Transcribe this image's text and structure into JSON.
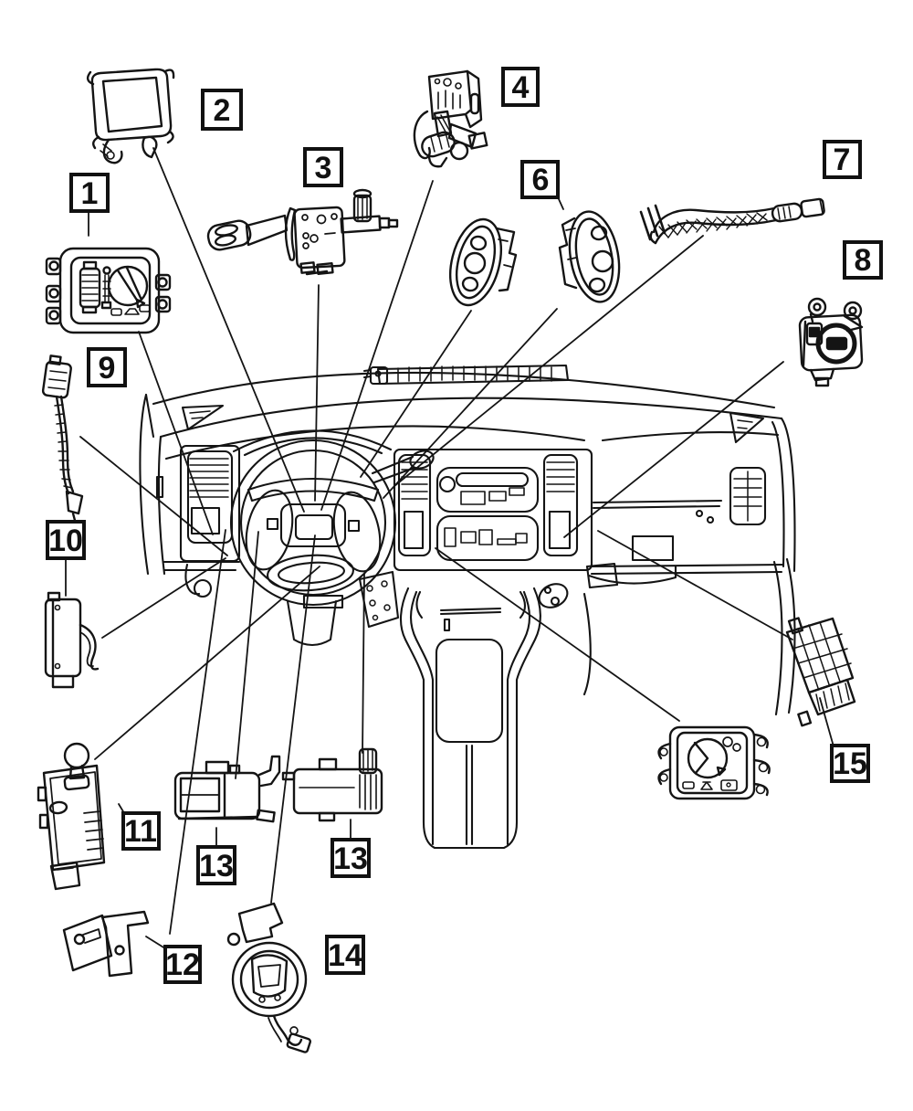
{
  "diagram": {
    "description": "Exploded parts diagram of a vehicle instrument panel showing dashboard, steering wheel and numbered switch components",
    "background_color": "#ffffff",
    "line_color": "#141414",
    "callouts": [
      {
        "label": "1"
      },
      {
        "label": "2"
      },
      {
        "label": "3"
      },
      {
        "label": "4"
      },
      {
        "label": "6"
      },
      {
        "label": "7"
      },
      {
        "label": "8"
      },
      {
        "label": "9"
      },
      {
        "label": "10"
      },
      {
        "label": "11"
      },
      {
        "label": "12"
      },
      {
        "label": "13"
      },
      {
        "label": "13"
      },
      {
        "label": "14"
      },
      {
        "label": "15"
      }
    ]
  }
}
